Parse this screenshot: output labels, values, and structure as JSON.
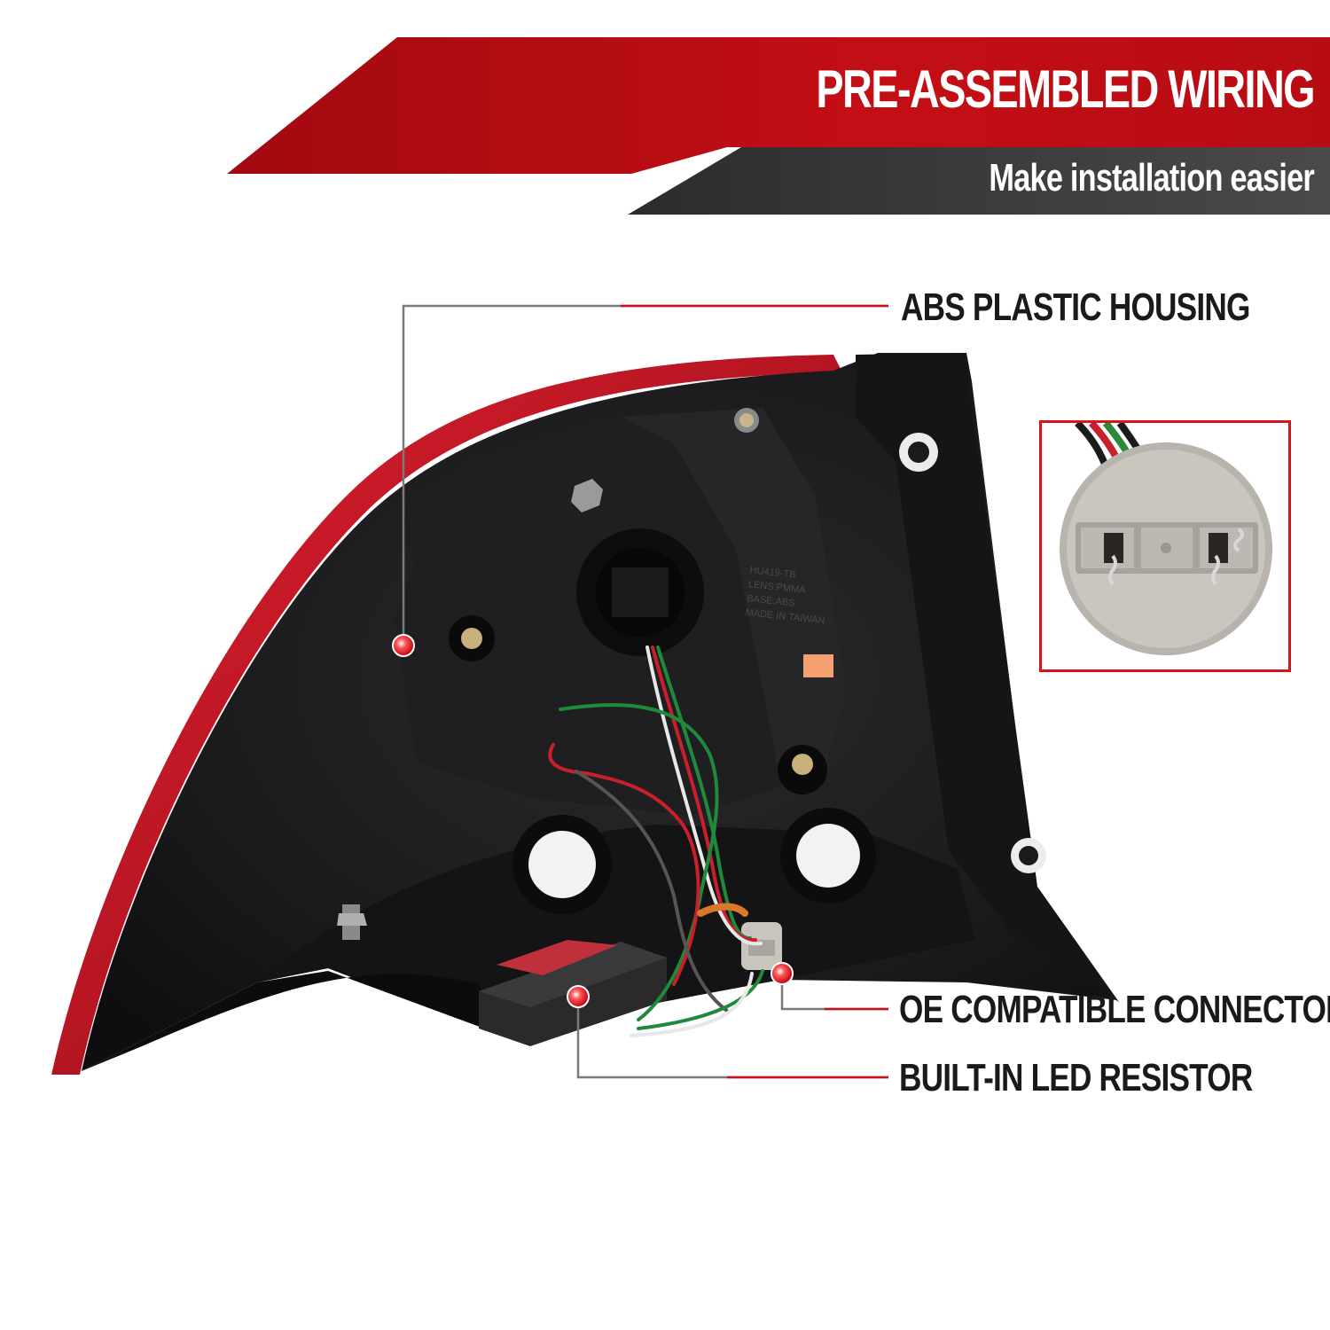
{
  "header": {
    "title": "PRE-ASSEMBLED WIRING",
    "subtitle": "Make installation easier"
  },
  "callouts": [
    {
      "label": "ABS PLASTIC HOUSING"
    },
    {
      "label": "OE COMPATIBLE CONNECTOR"
    },
    {
      "label": "BUILT-IN LED RESISTOR"
    }
  ],
  "colors": {
    "accent_red": "#c00d14",
    "banner_dark": "#3a3a3a",
    "leader_line": "#777777",
    "frame_red": "#d6151e"
  },
  "product": {
    "housing_markings": [
      "HU419-TB",
      "LENS:PMMA",
      "BASE:ABS",
      "MADE IN TAIWAN"
    ]
  }
}
